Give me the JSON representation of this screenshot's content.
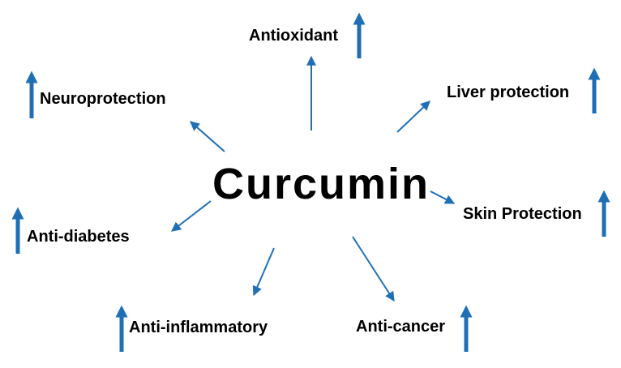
{
  "title": "Curcumin",
  "effects": [
    {
      "id": "antioxidant",
      "label": "Antioxidant"
    },
    {
      "id": "neuroprotection",
      "label": "Neuroprotection"
    },
    {
      "id": "liver-protection",
      "label": "Liver protection"
    },
    {
      "id": "skin-protection",
      "label": "Skin Protection"
    },
    {
      "id": "anti-diabetes",
      "label": "Anti-diabetes"
    },
    {
      "id": "anti-inflammatory",
      "label": "Anti-inflammatory"
    },
    {
      "id": "anti-cancer",
      "label": "Anti-cancer"
    }
  ],
  "increase_indicator": "up-arrow-icon",
  "colors": {
    "arrow": "#1f6fb5",
    "indicator": "#1f6fb5",
    "text": "#000000",
    "background": "#ffffff"
  }
}
